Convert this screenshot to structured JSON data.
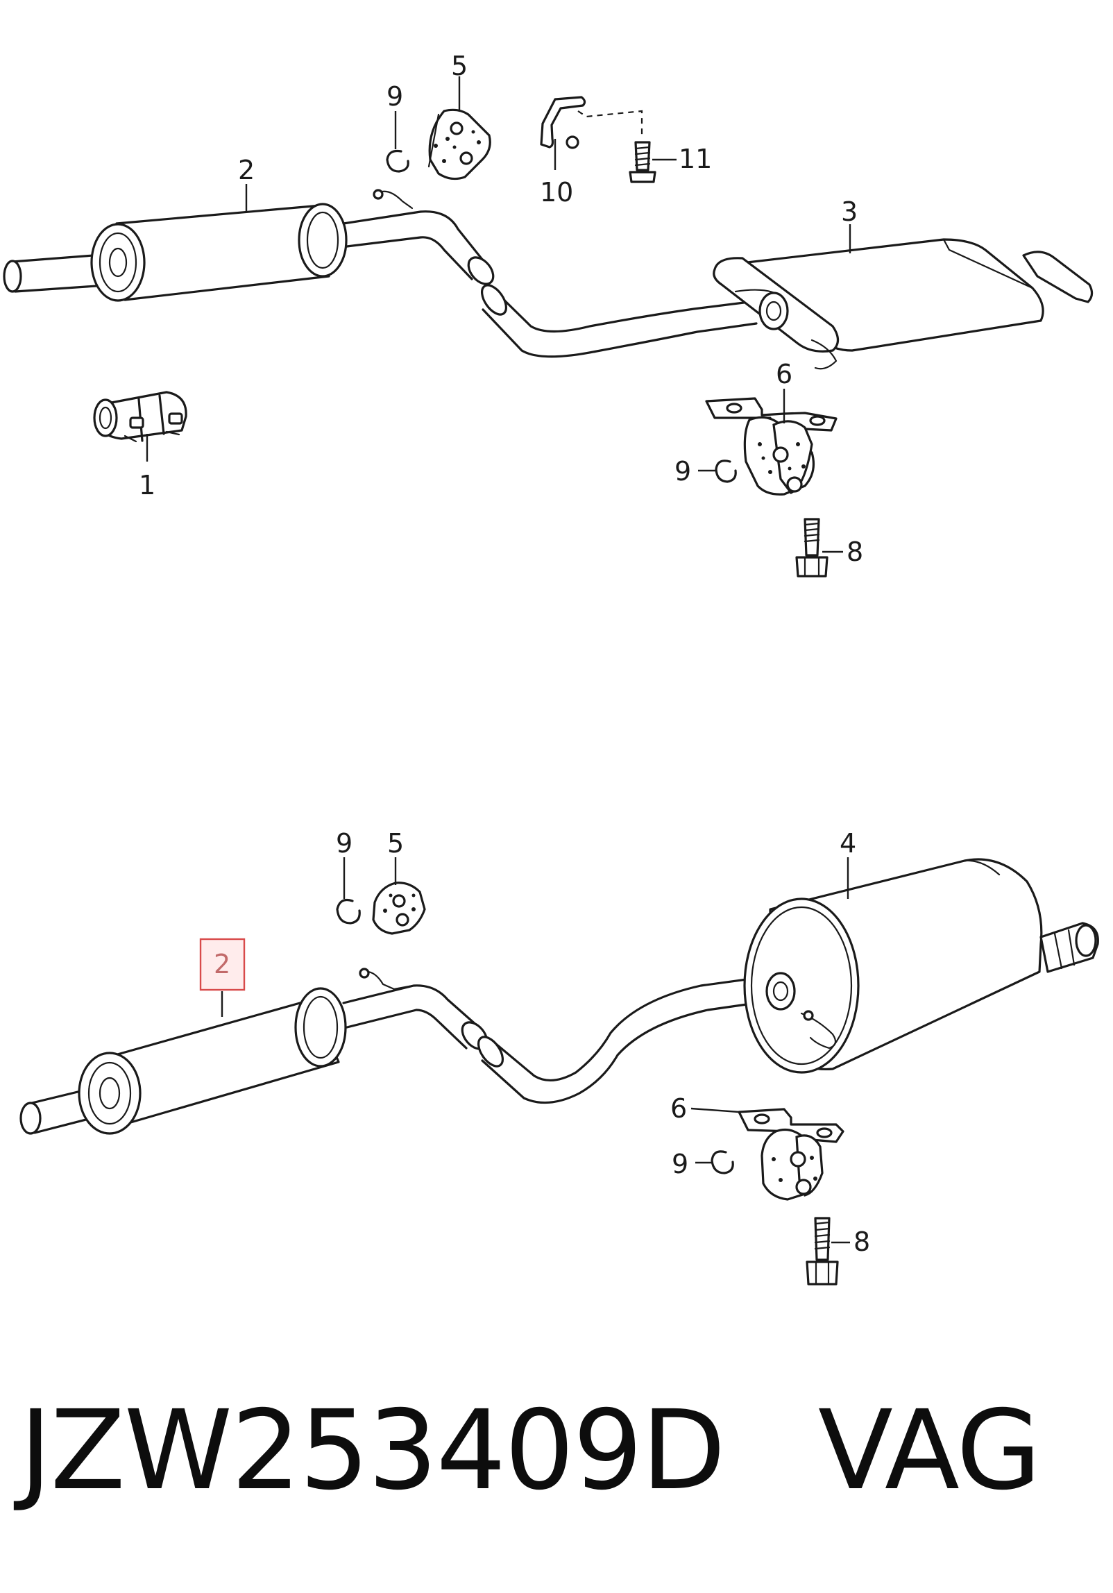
{
  "diagram": {
    "top_view": {
      "callouts": {
        "c1": "1",
        "c2": "2",
        "c3": "3",
        "c5": "5",
        "c6": "6",
        "c8": "8",
        "c9a": "9",
        "c9b": "9",
        "c10": "10",
        "c11": "11"
      }
    },
    "bottom_view": {
      "callouts": {
        "c2": "2",
        "c4": "4",
        "c5": "5",
        "c6": "6",
        "c8": "8",
        "c9a": "9",
        "c9b": "9"
      },
      "highlighted_callout": "2"
    }
  },
  "caption": {
    "part_number": "JZW253409D",
    "brand": "VAG"
  },
  "colors": {
    "line": "#1a1a1a",
    "highlight_stroke": "#d84a4a",
    "highlight_fill": "#ffe0e0"
  }
}
